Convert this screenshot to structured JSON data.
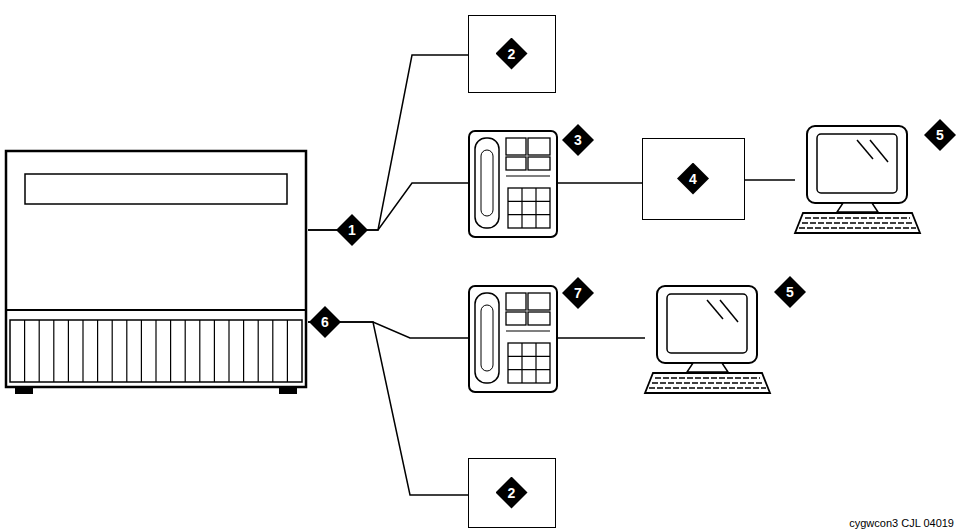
{
  "diagram": {
    "nodes": [
      {
        "text": [
          "1",
          "6"
        ]
      },
      {
        "text": [
          "2"
        ]
      },
      {
        "text": [
          "3"
        ]
      },
      {
        "text": [
          "4"
        ]
      },
      {
        "text": [
          "5"
        ]
      },
      {
        "text": [
          "7"
        ]
      },
      {
        "text": [
          "5"
        ]
      },
      {
        "text": [
          "2"
        ]
      }
    ],
    "edges": [
      {
        "from": 0,
        "to": 1,
        "arrow": "none"
      },
      {
        "from": 0,
        "to": 2,
        "arrow": "none"
      },
      {
        "from": 2,
        "to": 3,
        "arrow": "none"
      },
      {
        "from": 3,
        "to": 4,
        "arrow": "none"
      },
      {
        "from": 0,
        "to": 5,
        "arrow": "none"
      },
      {
        "from": 5,
        "to": 6,
        "arrow": "none"
      },
      {
        "from": 0,
        "to": 7,
        "arrow": "none"
      }
    ],
    "labels": [
      "cygwcon3 CJL 04019"
    ]
  }
}
